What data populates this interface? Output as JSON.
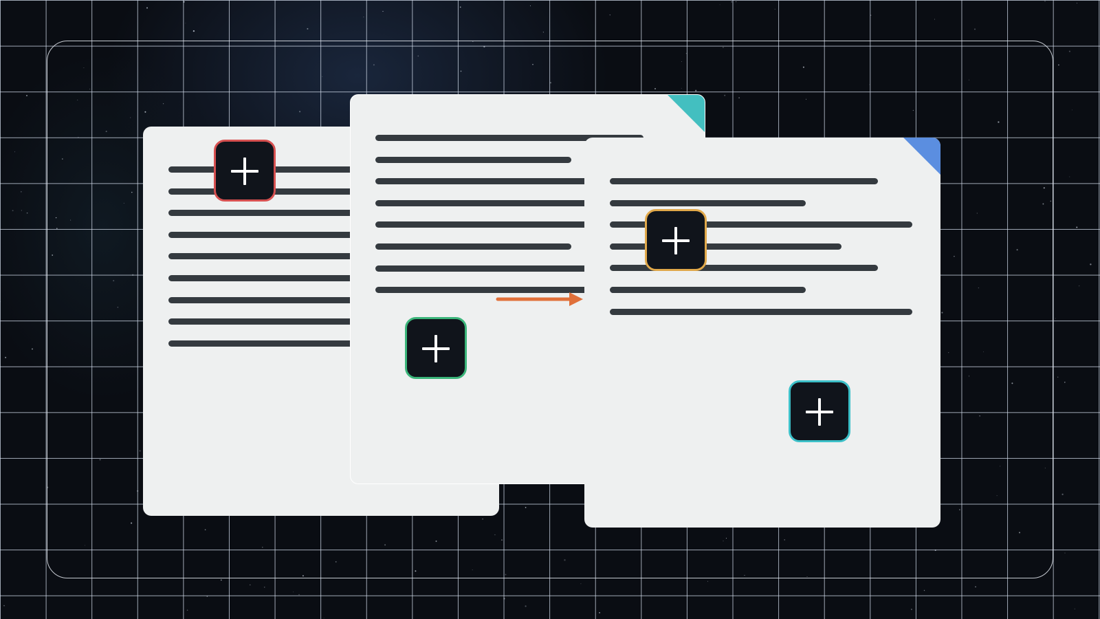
{
  "scene": {
    "background_color": "#0a0d13",
    "grid_color": "#d2dceb",
    "frame_color": "#e6ebf2",
    "document_color": "#eef0f0",
    "text_line_color": "#343a3f"
  },
  "documents": [
    {
      "name": "document-left",
      "corner_fold_color": null
    },
    {
      "name": "document-middle",
      "corner_fold_color": "#43bfc0"
    },
    {
      "name": "document-right",
      "corner_fold_color": "#5b8ee0"
    }
  ],
  "add_buttons": [
    {
      "name": "add-button-red",
      "icon": "plus-icon",
      "border_color": "#d65050"
    },
    {
      "name": "add-button-green",
      "icon": "plus-icon",
      "border_color": "#3bb57a"
    },
    {
      "name": "add-button-amber",
      "icon": "plus-icon",
      "border_color": "#e0a84a"
    },
    {
      "name": "add-button-teal",
      "icon": "plus-icon",
      "border_color": "#3cc0c8"
    }
  ],
  "connector": {
    "icon": "arrow-right-icon",
    "color": "#e0703a"
  }
}
